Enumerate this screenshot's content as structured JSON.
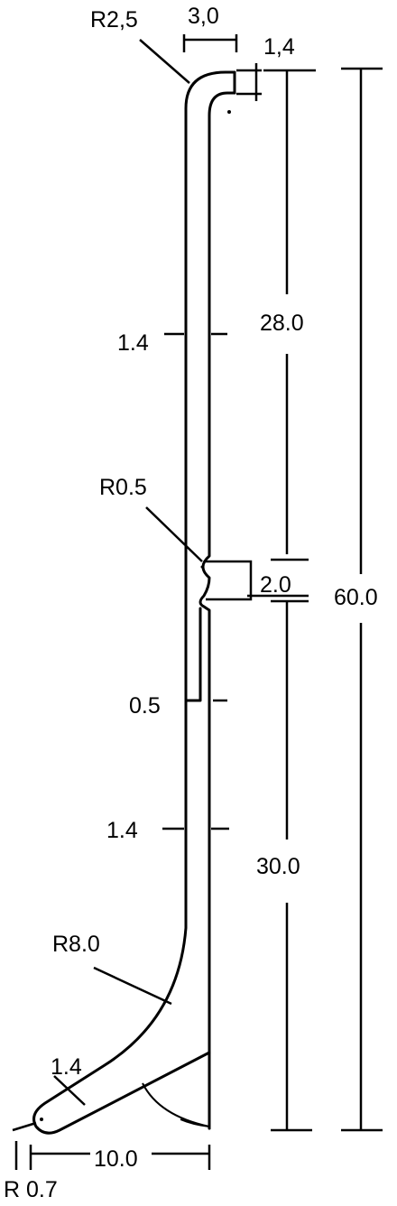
{
  "dimensions": {
    "top_radius": "R2,5",
    "top_width": "3,0",
    "top_thickness": "1,4",
    "upper_thickness": "1.4",
    "upper_length": "28.0",
    "notch_radius": "R0.5",
    "notch_length": "2.0",
    "total_length": "60.0",
    "step_offset": "0.5",
    "lower_thickness": "1.4",
    "lower_length": "30.0",
    "bend_radius": "R8.0",
    "foot_thickness": "1.4",
    "foot_length": "10.0",
    "tip_radius": "R 0.7"
  }
}
